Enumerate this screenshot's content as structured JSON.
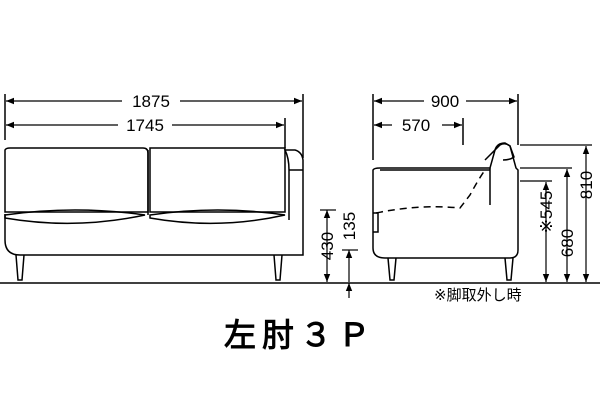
{
  "title": "左肘３Ｐ",
  "note": "※脚取外し時",
  "dimensions": {
    "front_total_width": "1875",
    "front_seat_width": "1745",
    "front_seat_height": "430",
    "front_leg_height": "135",
    "side_depth": "900",
    "side_seat_depth": "570",
    "side_arm_height": "※545",
    "side_back_height": "680",
    "side_total_height": "810"
  },
  "colors": {
    "line": "#000000",
    "background": "#ffffff"
  }
}
